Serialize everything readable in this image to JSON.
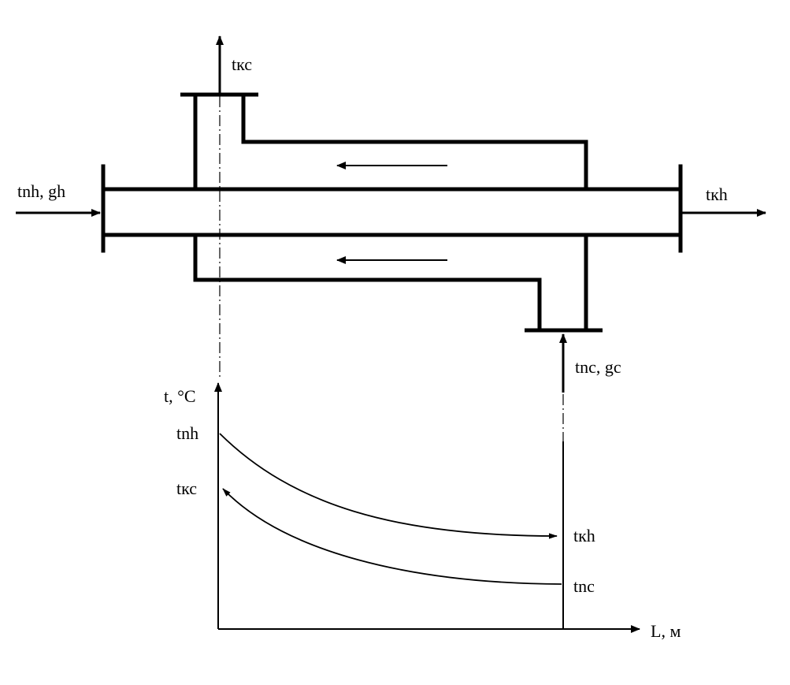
{
  "labels": {
    "cold_outlet_top": "tкс",
    "hot_inlet": "tnh, gh",
    "hot_outlet": "tкh",
    "cold_inlet": "tnc, gc",
    "y_axis": "t, °C",
    "x_axis": "L, м",
    "y_tnh": "tnh",
    "y_tkc": "tкс",
    "end_tkh": "tкh",
    "end_tnc": "tnc"
  },
  "colors": {
    "stroke": "#000000",
    "background": "#ffffff"
  }
}
